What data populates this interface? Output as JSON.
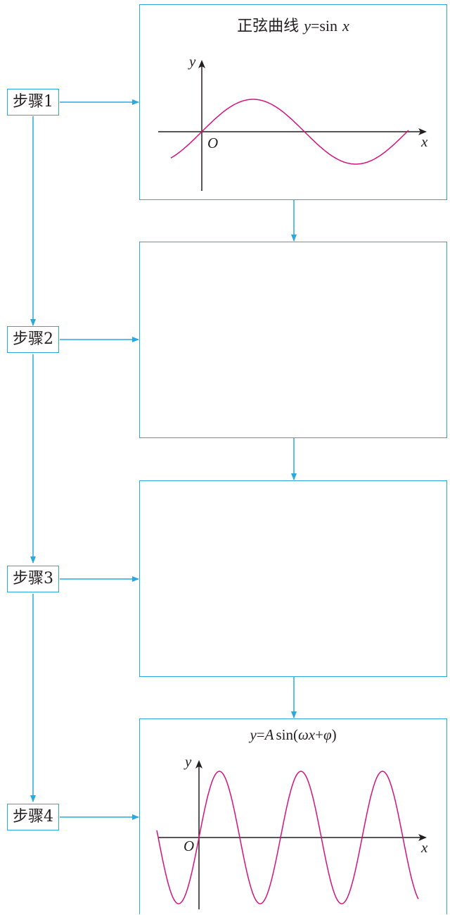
{
  "steps": [
    {
      "label": "步骤1"
    },
    {
      "label": "步骤2"
    },
    {
      "label": "步骤3"
    },
    {
      "label": "步骤4"
    }
  ],
  "panel1": {
    "title_cn": "正弦曲线",
    "title_y": "y",
    "title_eq": "=sin",
    "title_x": "x",
    "axis_x": "x",
    "axis_y": "y",
    "origin": "O",
    "curve_color": "#d6127d"
  },
  "panel4": {
    "title_y": "y",
    "title_eq1": "=",
    "title_A": "A",
    "title_sin": "sin(",
    "title_omega": "ωx",
    "title_plus": "+",
    "title_phi": "φ",
    "title_close": ")",
    "axis_x": "x",
    "axis_y": "y",
    "origin": "O",
    "curve_color": "#d6127d"
  },
  "colors": {
    "connector": "#29a9e0",
    "axis": "#231f20",
    "curve": "#d6127d"
  }
}
